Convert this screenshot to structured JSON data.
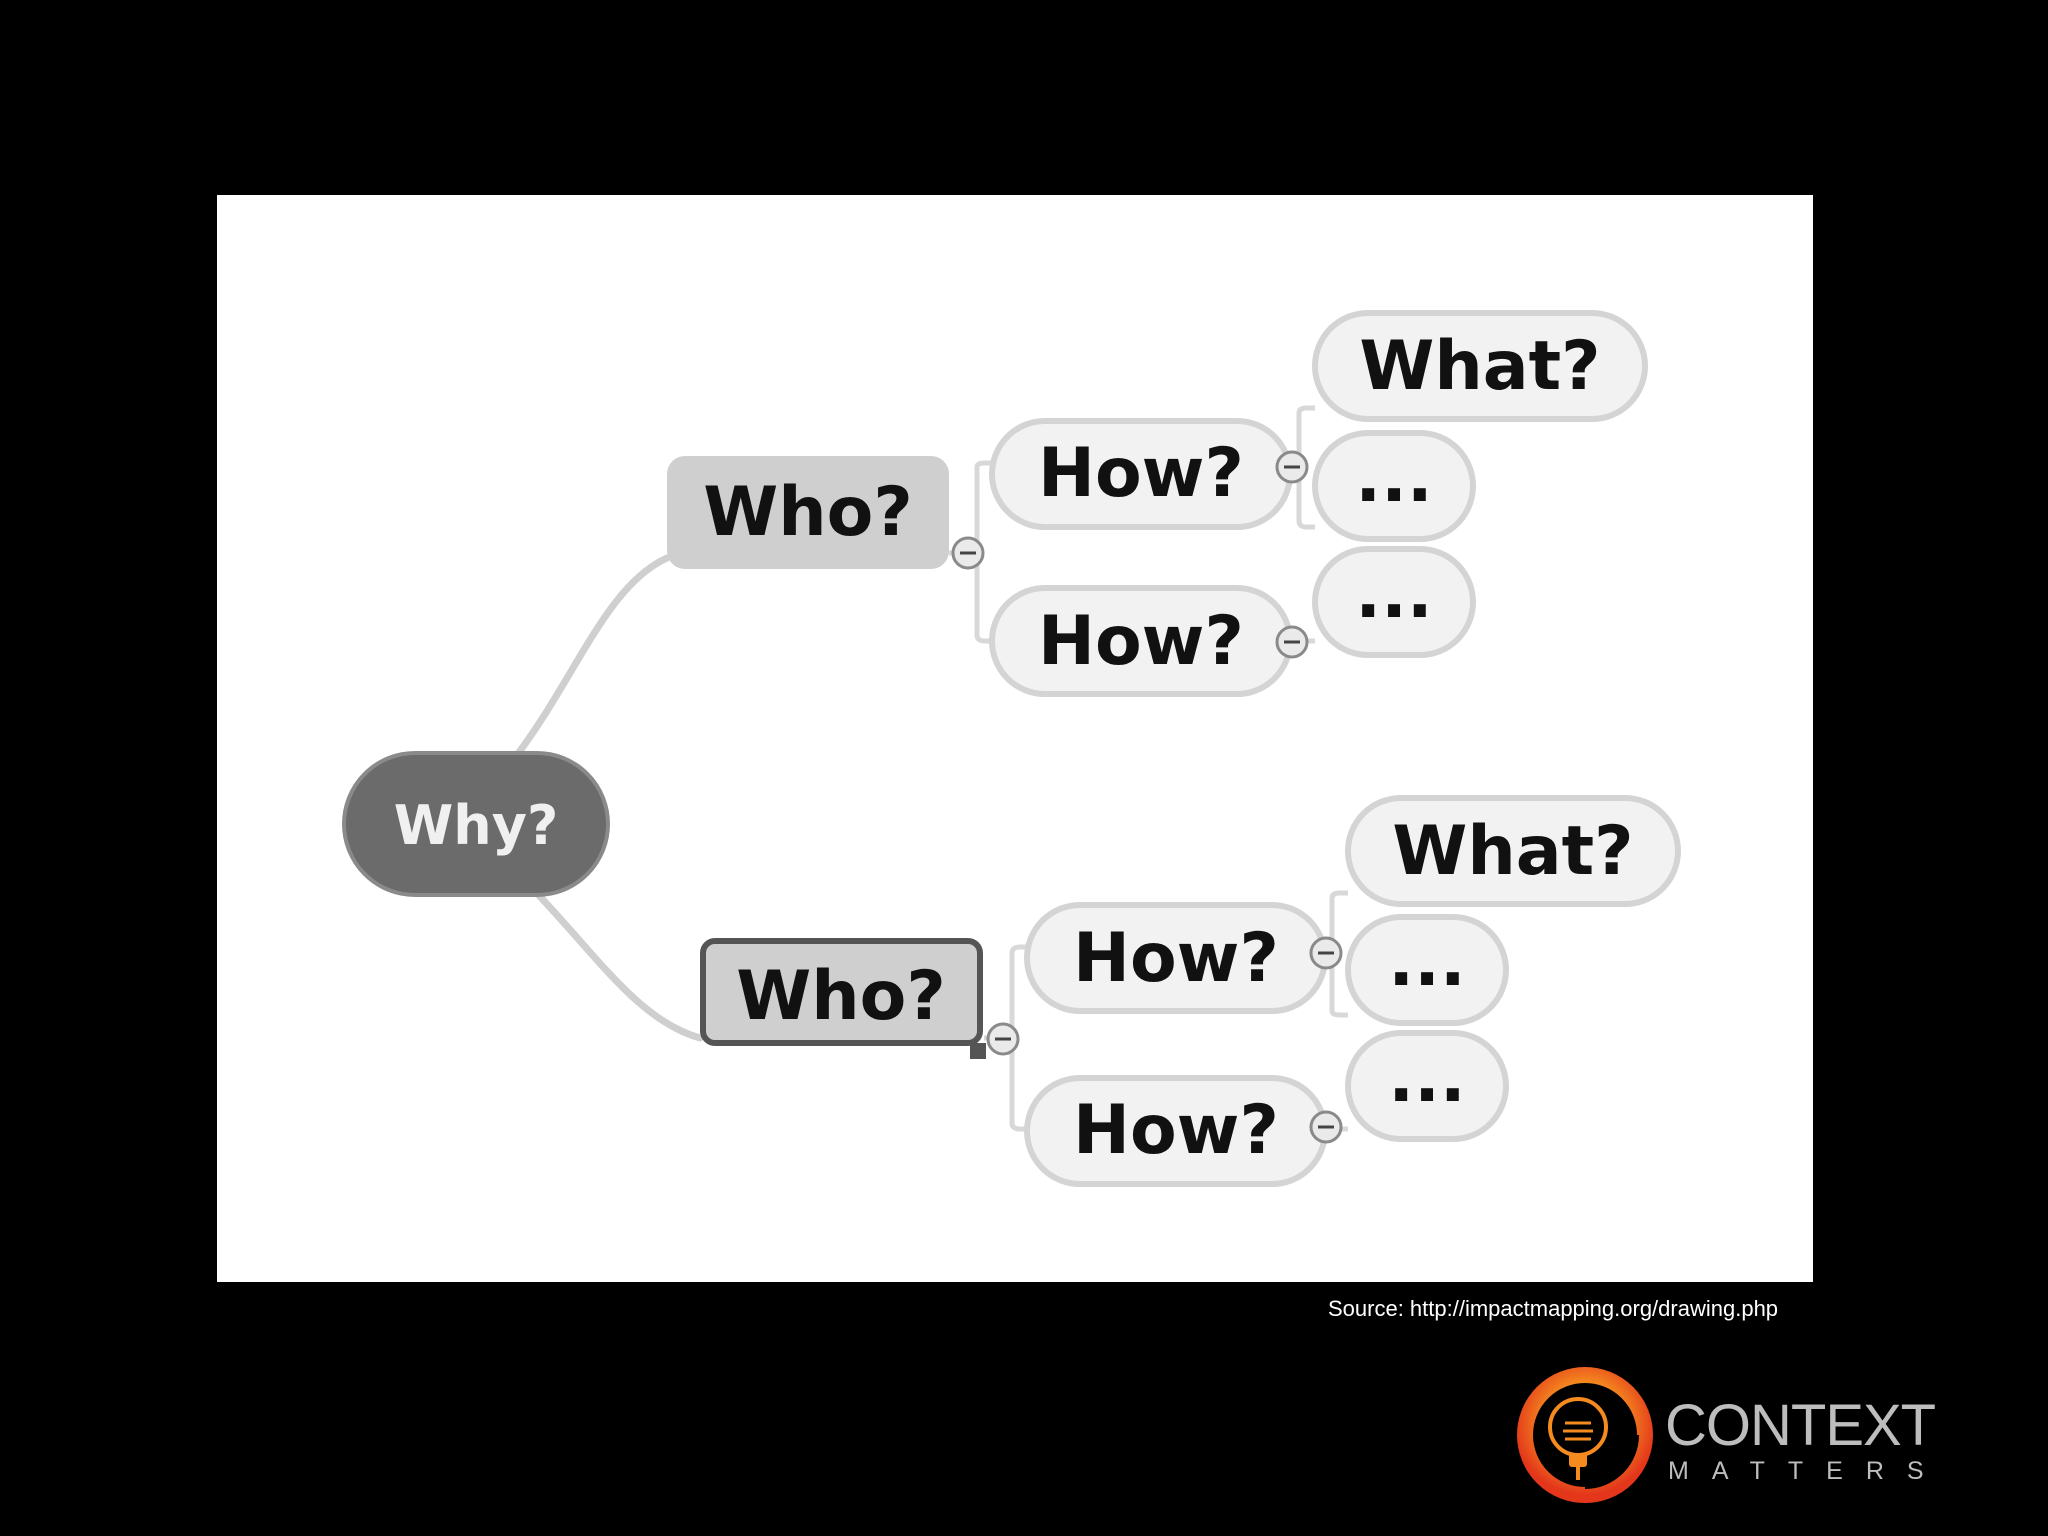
{
  "diagram": {
    "root": "Why?",
    "actors": [
      {
        "label": "Who?",
        "selected": false,
        "impacts": [
          {
            "label": "How?",
            "deliverables": [
              "What?",
              "..."
            ]
          },
          {
            "label": "How?",
            "deliverables": [
              "..."
            ]
          }
        ]
      },
      {
        "label": "Who?",
        "selected": true,
        "impacts": [
          {
            "label": "How?",
            "deliverables": [
              "What?",
              "..."
            ]
          },
          {
            "label": "How?",
            "deliverables": [
              "..."
            ]
          }
        ]
      }
    ],
    "collapse_icon": "minus-circle-icon"
  },
  "caption": "Source: http://impactmapping.org/drawing.php",
  "logo": {
    "word1": "CONTEXT",
    "word2": "MATTERS",
    "accent": "#f47a20"
  },
  "colors": {
    "root_fill": "#6b6b6b",
    "actor_fill": "#cfcfcf",
    "impact_fill": "#f2f2f2",
    "connector": "#cfcfcf"
  }
}
